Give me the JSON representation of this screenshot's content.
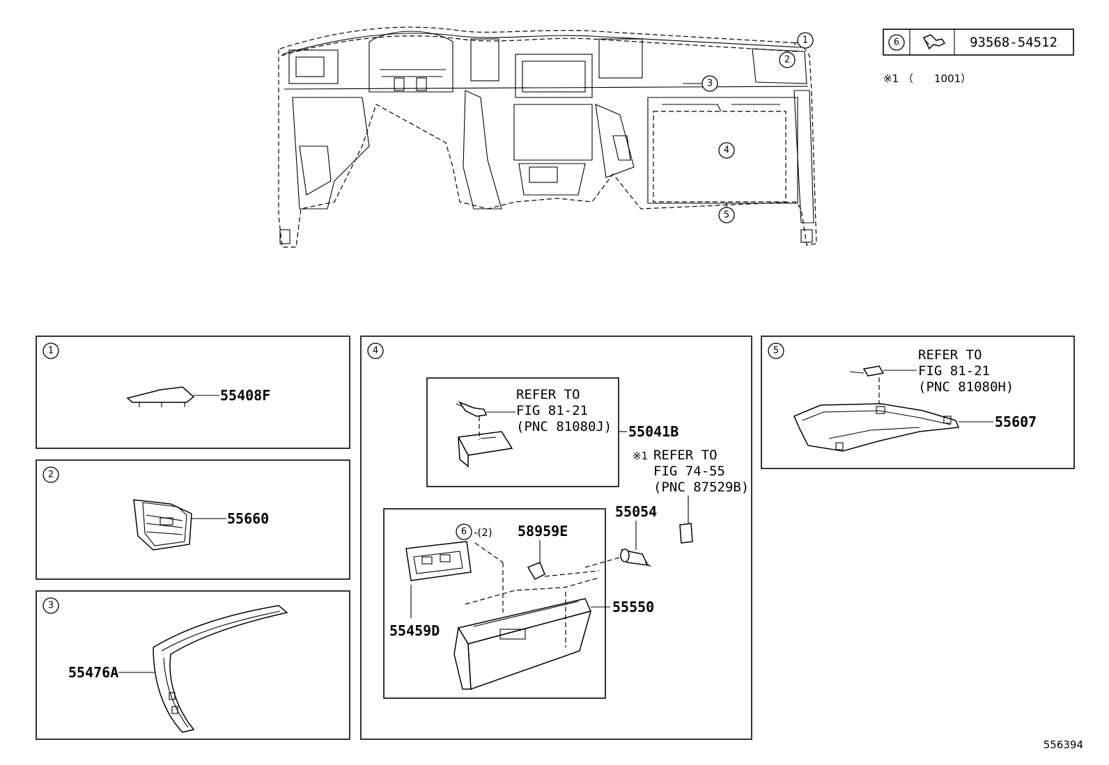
{
  "top_callouts": [
    "1",
    "2",
    "3",
    "4",
    "5"
  ],
  "fastener_table": {
    "ref": "6",
    "part_no": "93568-54512"
  },
  "footnote": {
    "mark": "※1",
    "text": "（　　1001）"
  },
  "panels": {
    "p1": {
      "num": "1",
      "part": "55408F"
    },
    "p2": {
      "num": "2",
      "part": "55660"
    },
    "p3": {
      "num": "3",
      "part": "55476A"
    },
    "p4": {
      "num": "4",
      "sub_refer": {
        "l1": "REFER TO",
        "l2": "FIG 81-21",
        "l3": "(PNC 81080J)"
      },
      "sub_part": "55041B",
      "note_mark": "※1",
      "note_refer": {
        "l1": "REFER TO",
        "l2": "FIG 74-55",
        "l3": "(PNC 87529B)"
      },
      "part_55054": "55054",
      "fastener_ref": "6",
      "fastener_qty": "-(2)",
      "part_58959E": "58959E",
      "part_55550": "55550",
      "part_55459D": "55459D"
    },
    "p5": {
      "num": "5",
      "refer": {
        "l1": "REFER TO",
        "l2": "FIG 81-21",
        "l3": "(PNC 81080H)"
      },
      "part": "55607"
    }
  },
  "figure_id": "556394"
}
